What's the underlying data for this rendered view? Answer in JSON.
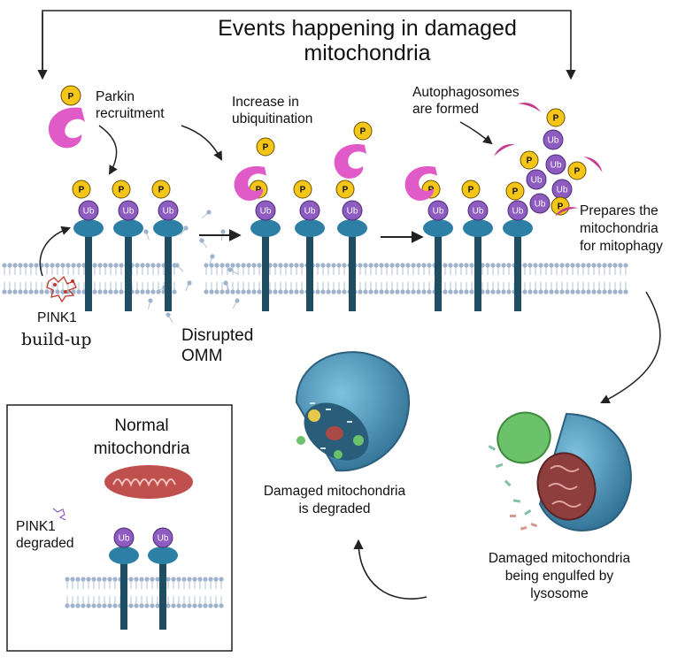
{
  "title": {
    "line1": "Events happening in damaged",
    "line2": "mitochondria"
  },
  "labels": {
    "parkin_1": "Parkin",
    "parkin_2": "recruitment",
    "ubiq_1": "Increase in",
    "ubiq_2": "ubiquitination",
    "auto_1": "Autophagosomes",
    "auto_2": "are formed",
    "prep_1": "Prepares the",
    "prep_2": "mitochondria",
    "prep_3": "for mitophagy",
    "pink1": "PINK1",
    "buildup": "build-up",
    "disrupted_1": "Disrupted",
    "disrupted_2": "OMM",
    "degraded_1": "Damaged mitochondria",
    "degraded_2": "is degraded",
    "engulf_1": "Damaged mitochondria",
    "engulf_2": "being engulfed by",
    "engulf_3": "lysosome"
  },
  "normal": {
    "title_1": "Normal",
    "title_2": "mitochondria",
    "pink1_1": "PINK1",
    "pink1_2": "degraded"
  },
  "symbols": {
    "phospho": "P",
    "ubiquitin": "Ub"
  },
  "colors": {
    "phospho": "#f5c518",
    "ubiquitin": "#8e5cc0",
    "parkin": "#e05bc8",
    "receptor": "#2e7fa6",
    "stalk": "#1f4e63",
    "membrane": "#9fb3cc",
    "lysosome": "#3f8db1",
    "mitochondrion": "#c0504d",
    "autophagosome": "#c33b8f"
  }
}
